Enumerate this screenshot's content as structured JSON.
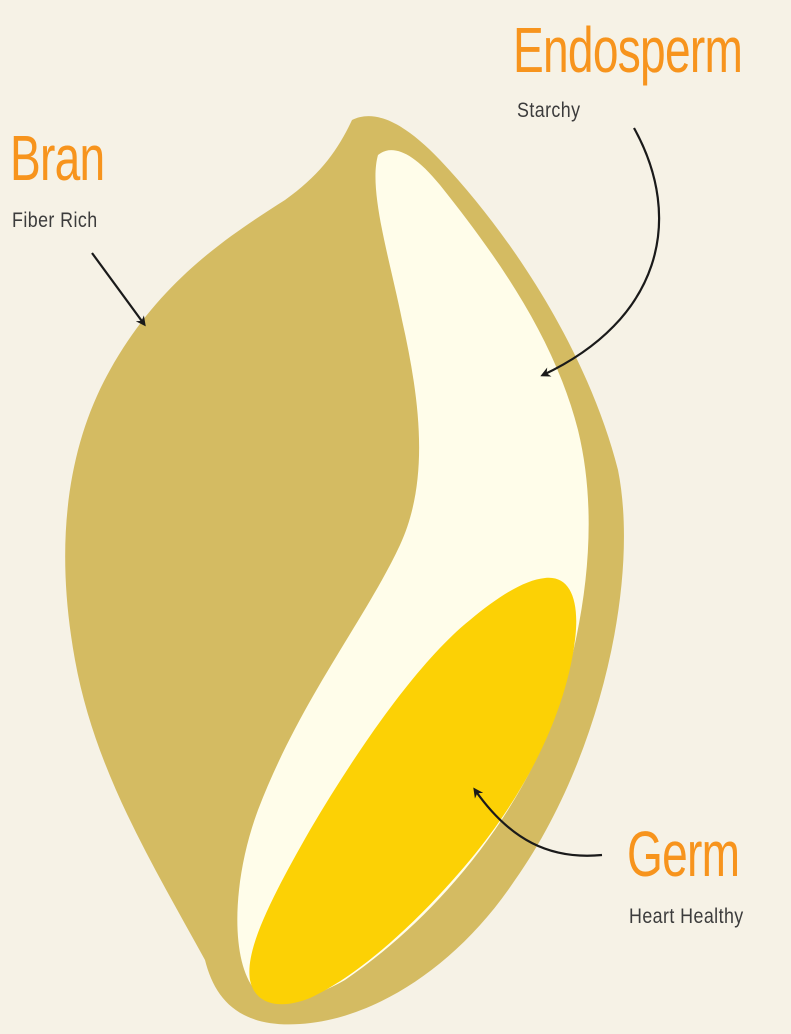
{
  "colors": {
    "background": "#f6f2e6",
    "bran": "#d4bb62",
    "endosperm": "#fffdea",
    "germ": "#fcd105",
    "title": "#f7941d",
    "subtitle": "#3c3c3c",
    "arrow": "#1a1a1a"
  },
  "labels": {
    "endosperm": {
      "title": "Endosperm",
      "subtitle": "Starchy"
    },
    "bran": {
      "title": "Bran",
      "subtitle": "Fiber Rich"
    },
    "germ": {
      "title": "Germ",
      "subtitle": "Heart Healthy"
    }
  }
}
